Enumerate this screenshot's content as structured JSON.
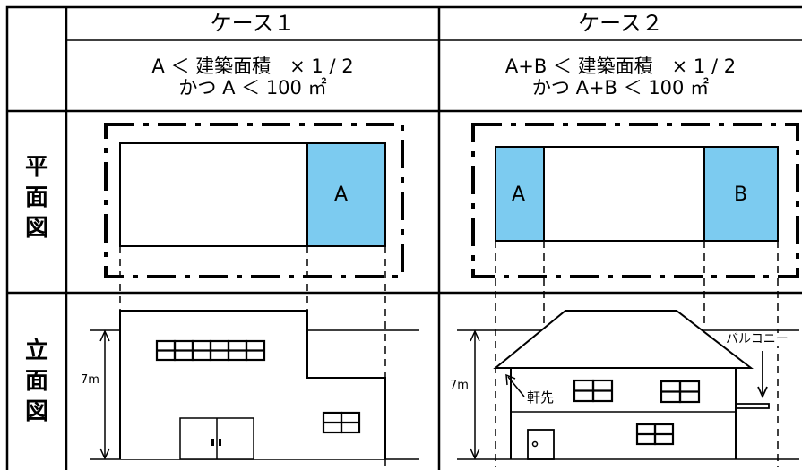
{
  "table": {
    "case1_header": "ケース１",
    "case2_header": "ケース２",
    "case1_condition_line1": "A ＜ 建築面積　× 1 / 2",
    "case1_condition_line2": "かつ A ＜ 100 ㎡",
    "case2_condition_line1": "A+B ＜ 建築面積　× 1 / 2",
    "case2_condition_line2": "かつ A+B ＜ 100 ㎡",
    "plan_label": "平面図",
    "elevation_label": "立面図"
  },
  "case1": {
    "area_a": "A",
    "height_label": "7m"
  },
  "case2": {
    "area_a": "A",
    "area_b": "B",
    "height_label": "7m",
    "eaves_label": "軒先",
    "balcony_label": "バルコニー"
  },
  "colors": {
    "shade": "#7ccbf0",
    "line": "#000000"
  }
}
